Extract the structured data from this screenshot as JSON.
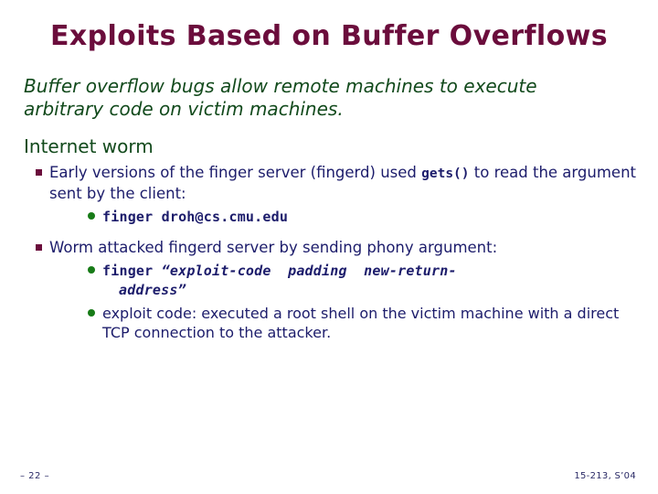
{
  "slide": {
    "title": "Exploits Based on Buffer Overflows",
    "lead": "Buffer overflow bugs allow remote machines to execute arbitrary code on victim machines.",
    "section_heading": "Internet worm",
    "bullets": [
      {
        "marker": "square-bullet",
        "text_before_code": "Early versions of the finger server (fingerd) used ",
        "code": "gets()",
        "text_after_code": " to read the argument sent by the client:",
        "sub": [
          {
            "marker": "round-bullet",
            "code_upright": "finger droh@cs.cmu.edu",
            "code_italic": "",
            "code_italic_wrap": ""
          }
        ]
      },
      {
        "marker": "square-bullet",
        "text_before_code": "Worm attacked fingerd server by sending phony argument:",
        "code": "",
        "text_after_code": "",
        "sub": [
          {
            "marker": "round-bullet",
            "code_upright": "finger ",
            "code_italic": "“exploit-code  padding  new-return-",
            "code_italic_wrap": "address”"
          },
          {
            "marker": "round-bullet",
            "plain": "exploit code: executed a root shell on the victim machine with a direct TCP connection to the attacker."
          }
        ]
      }
    ]
  },
  "footer": {
    "page": "– 22 –",
    "course": "15-213, S’04"
  },
  "colors": {
    "title": "#6B0D3C",
    "lead_text": "#124A1C",
    "bullet_text": "#1C1C6B",
    "square_bullet": "#6B0D3C",
    "round_bullet": "#177B17",
    "background": "#FFFFFF"
  }
}
